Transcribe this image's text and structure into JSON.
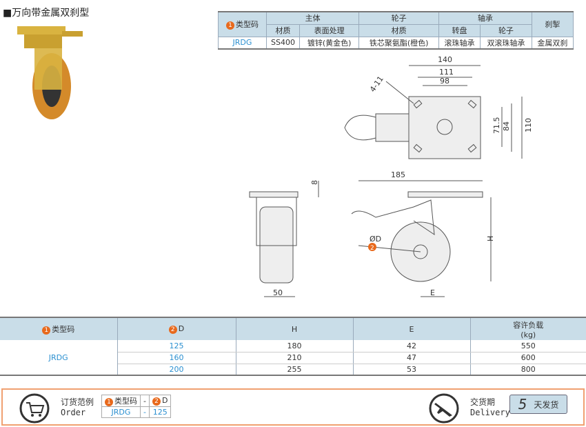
{
  "title": "■万向带金属双刹型",
  "spec_table": {
    "code_header": "类型码",
    "groups": [
      "主体",
      "轮子",
      "轴承",
      "刹掣"
    ],
    "sub_headers": [
      "材质",
      "表面处理",
      "材质",
      "转盘",
      "轮子"
    ],
    "row": [
      "JRDG",
      "SS400",
      "镀锌(黄金色)",
      "铁芯聚氨酯(橙色)",
      "滚珠轴承",
      "双滚珠轴承",
      "金属双刹"
    ]
  },
  "drawing": {
    "labels": {
      "w140": "140",
      "w111": "111",
      "w98": "98",
      "hole": "4-11",
      "h715": "71.5",
      "h84": "84",
      "h110": "110",
      "t8": "8",
      "l185": "185",
      "H": "H",
      "D": "ØD",
      "w50": "50",
      "E": "E"
    }
  },
  "dims_table": {
    "headers": [
      "类型码",
      "D",
      "H",
      "E",
      "容许负载",
      "(kg)"
    ],
    "code": "JRDG",
    "rows": [
      [
        "125",
        "180",
        "42",
        "550"
      ],
      [
        "160",
        "210",
        "47",
        "600"
      ],
      [
        "200",
        "255",
        "53",
        "800"
      ]
    ]
  },
  "footer": {
    "order_cn": "订货范例",
    "order_en": "Order",
    "order_table": {
      "h1": "类型码",
      "sep": "-",
      "h2": "D",
      "v1": "JRDG",
      "v2": "125"
    },
    "delivery_cn": "交货期",
    "delivery_en": "Delivery",
    "days": "5",
    "days_label": "天发货"
  },
  "colors": {
    "accent": "#e8691c",
    "header": "#c9dde8",
    "blue": "#2a8fd0"
  }
}
